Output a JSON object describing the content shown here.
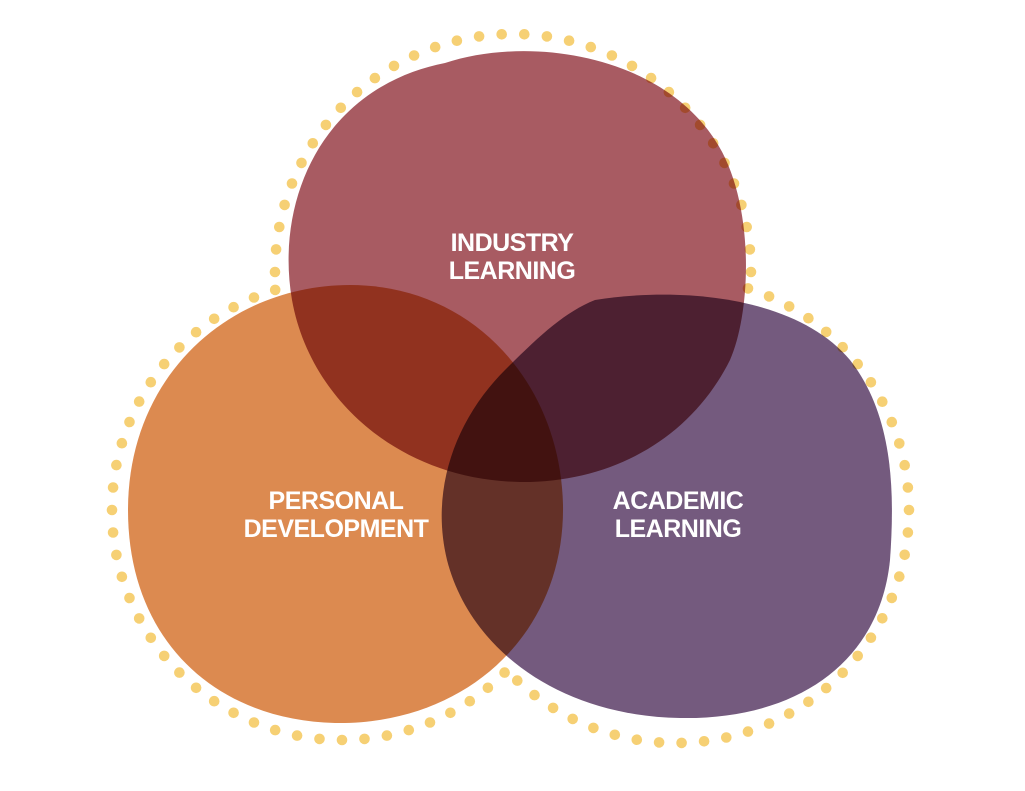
{
  "diagram": {
    "type": "venn",
    "colors": {
      "dots": "#f6d074",
      "industry": "#a85b62",
      "personal": "#dc8a50",
      "academic": "#745a7e"
    },
    "circles": [
      {
        "id": "industry",
        "line1": "INDUSTRY",
        "line2": "LEARNING"
      },
      {
        "id": "personal",
        "line1": "PERSONAL",
        "line2": "DEVELOPMENT"
      },
      {
        "id": "academic",
        "line1": "ACADEMIC",
        "line2": "LEARNING"
      }
    ]
  }
}
